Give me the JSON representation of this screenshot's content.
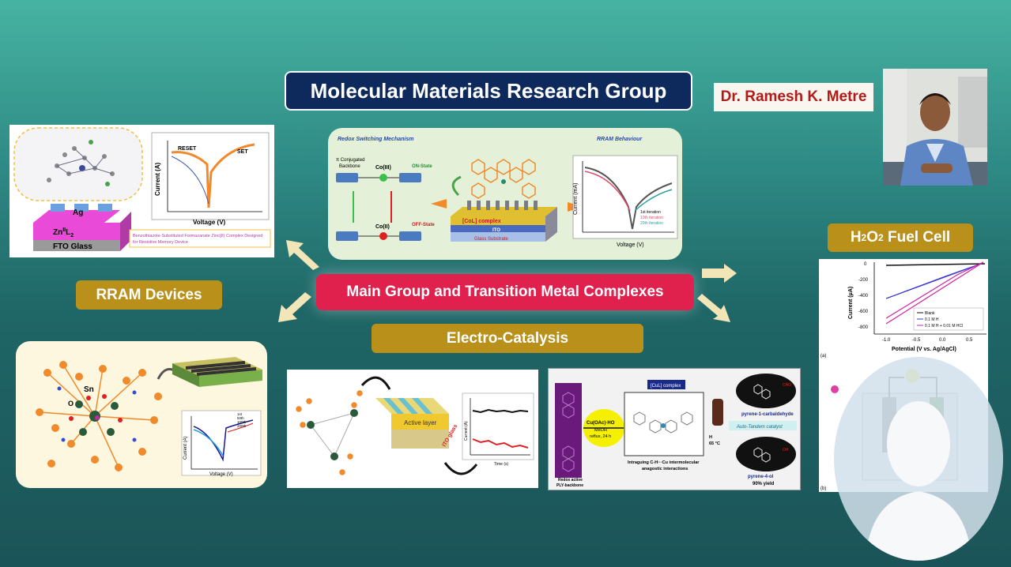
{
  "title": "Molecular Materials Research Group",
  "name": "Dr. Ramesh K. Metre",
  "center": "Main Group and Transition Metal Complexes",
  "rram": "RRAM Devices",
  "electro": "Electro-Catalysis",
  "fuel": "H",
  "fuel_sub": "2",
  "fuel_o": "O",
  "fuel_rest": " Fuel Cell",
  "p1": {
    "ag": "Ag",
    "zn": "Zn",
    "zn_sup": "II",
    "zn_l": "L",
    "zn_sub": "2",
    "fto": "FTO Glass",
    "reset": "RESET",
    "set": "SET",
    "ylabel": "Current (A)",
    "xlabel": "Voltage (V)",
    "caption1": "Benzothiazole-Substituted Formazanate Zinc(II) Complex Designed",
    "caption2": "for Resistive Memory Device"
  },
  "p2": {
    "h1": "Redox Switching Mechanism",
    "h2": "RRAM Behaviour",
    "pi1": "π Conjugated",
    "pi2": "Backbone",
    "co3": "Co(III)",
    "co2": "Co(II)",
    "on": "ON-State",
    "off": "OFF-State",
    "complex": "[Co",
    "complex2": "L] complex",
    "ito": "ITO",
    "glass": "Glass Substrate",
    "ylabel": "Current (mA)",
    "xlabel": "Voltage (V)",
    "leg1": "1st iteration",
    "leg2": "10th iteration",
    "leg3": "20th iteration"
  },
  "p3": {
    "sn": "Sn",
    "o": "O",
    "ylabel": "Current (A)",
    "xlabel": "Voltage (V)",
    "leg": [
      "1st",
      "50th",
      "100th",
      "200th"
    ]
  },
  "p4": {
    "active": "Active layer",
    "ito": "ITO glass",
    "xlabel": "Time (s)",
    "ylabel": "Current (A)"
  },
  "p5": {
    "complex": "[Cu",
    "complex2": "L] complex",
    "reagent": "Cu(OAc)",
    "reagent2": "·H",
    "reagent3": "O",
    "meoh": "MeOH",
    "reflux": "reflux, 24 h",
    "bottom1": "Intraguing C-H···Cu intermolecular",
    "bottom2": "anagostic interactions",
    "redox1": "Redox active",
    "redox2": "PLY-backbone",
    "prod1": "pyrene-1-carbaldehyde",
    "prod2": "pyrene-4-ol",
    "yield": "90% yield",
    "h2o2": "H",
    "temp": "65 °C",
    "auto": "Auto-Tandem catalyst",
    "cho": "CHO",
    "oh": "OH"
  },
  "p6": {
    "ylabel": "Current (μA)",
    "xlabel": "Potential (V vs. Ag/AgCl)",
    "leg1": "Blank",
    "leg2": "0.1 M H",
    "leg3": "0.1 M H",
    "leg3b": " + 0.01 M HCl",
    "a": "(a)",
    "b": "(b)",
    "yticks": [
      "0",
      "-200",
      "-400",
      "-600",
      "-800"
    ],
    "xticks": [
      "-1.0",
      "-0.5",
      "0.0",
      "0.5"
    ]
  }
}
